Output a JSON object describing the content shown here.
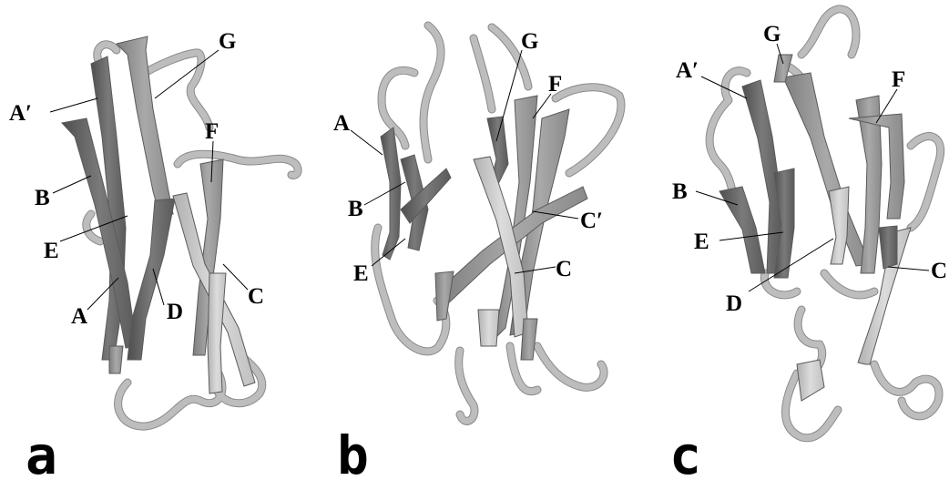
{
  "panels": [
    {
      "id": "a",
      "panel_label": "a",
      "strand_labels": [
        "A′",
        "G",
        "F",
        "B",
        "E",
        "A",
        "D",
        "C"
      ]
    },
    {
      "id": "b",
      "panel_label": "b",
      "strand_labels": [
        "G",
        "F",
        "A",
        "B",
        "C′",
        "E",
        "C"
      ]
    },
    {
      "id": "c",
      "panel_label": "c",
      "strand_labels": [
        "G",
        "A′",
        "F",
        "B",
        "E",
        "D",
        "C"
      ]
    }
  ],
  "colors": {
    "strand_dark": "#6e6e6e",
    "strand_mid": "#9a9a9a",
    "strand_light": "#c8c8c8",
    "loop": "#bdbdbd"
  }
}
